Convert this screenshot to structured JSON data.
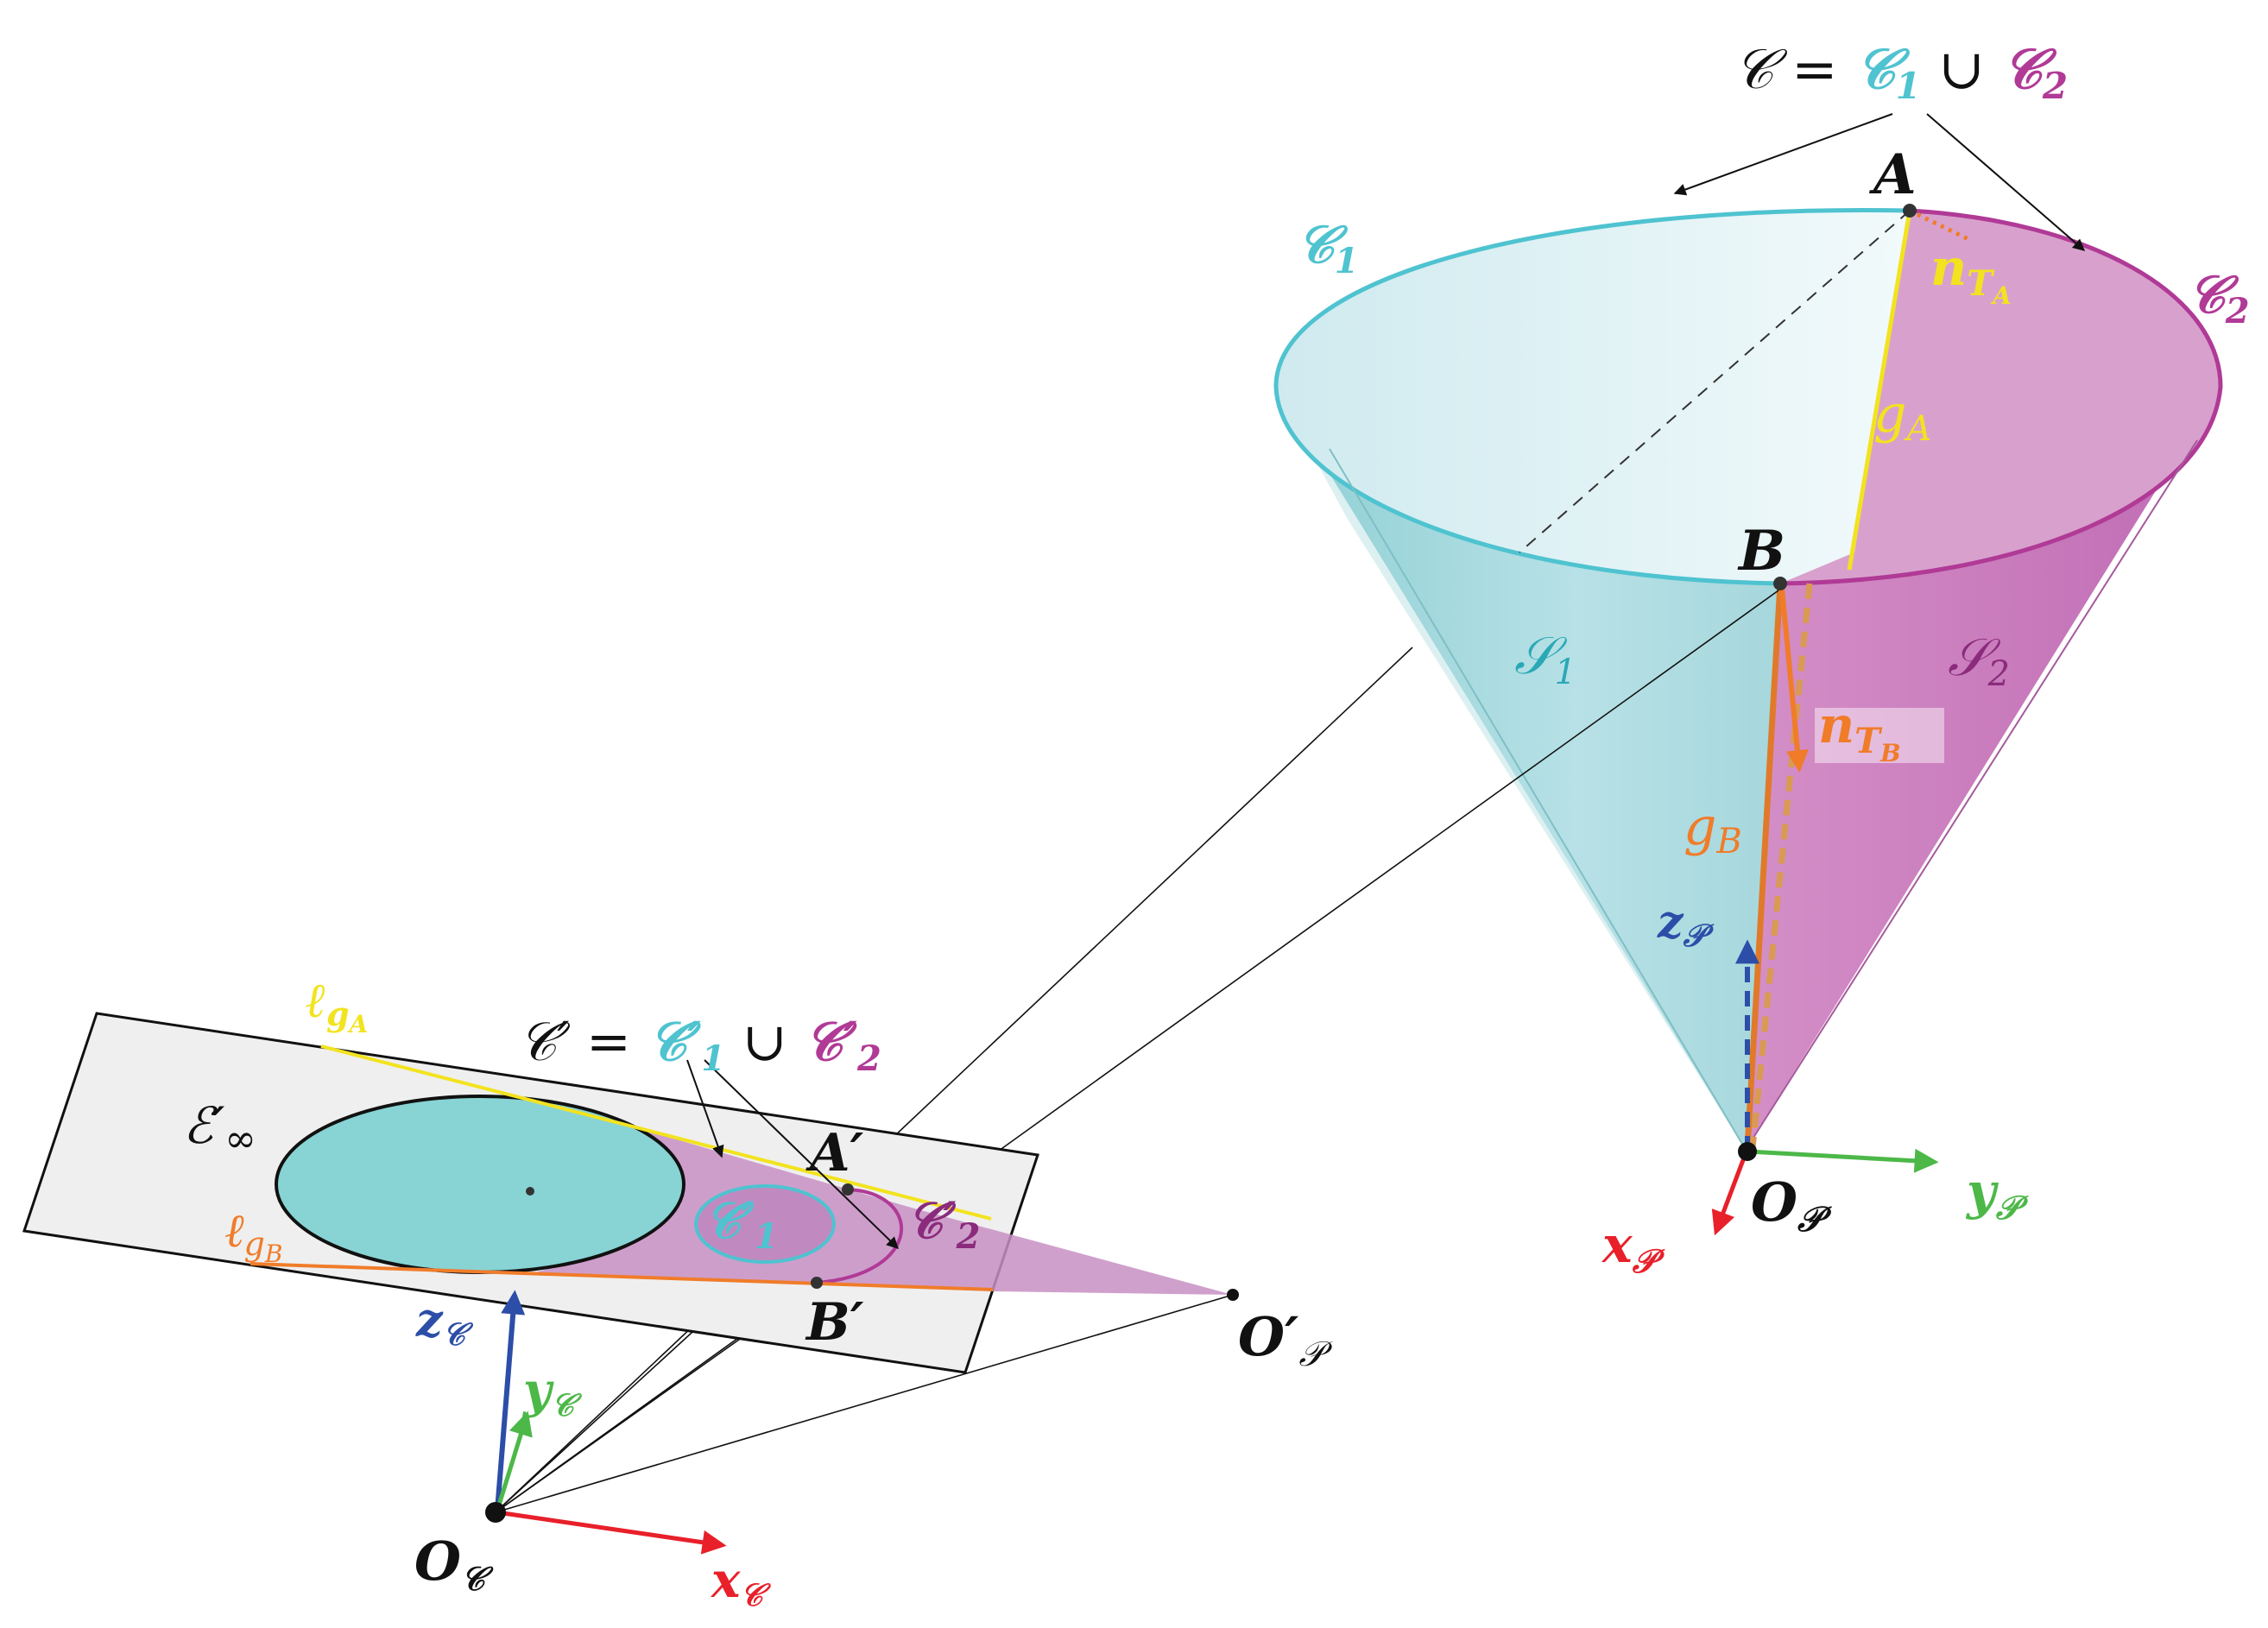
{
  "colors": {
    "cyan": "#4fc3d0",
    "cyan_fill": "#bfe4ea",
    "cyan_solid": "#7fd0d3",
    "magenta": "#b03a96",
    "magenta_fill": "#cf8cc2",
    "magenta_light": "#d9a2cf",
    "yellow": "#f2e31f",
    "orange": "#f07c2a",
    "red": "#e8202a",
    "green": "#4cb848",
    "blue": "#2c4ea8",
    "black": "#111111",
    "plane_fill": "#efefef"
  },
  "cone": {
    "title": {
      "lhs": "𝒞",
      "eq": " = ",
      "c1": "𝒞",
      "c1_sub": "1",
      "union": " ∪ ",
      "c2": "𝒞",
      "c2_sub": "2"
    },
    "label_A": "A",
    "label_B": "B",
    "label_C1": "𝒞",
    "label_C1_sub": "1",
    "label_C2": "𝒞",
    "label_C2_sub": "2",
    "label_S1": "𝒮",
    "label_S1_sub": "1",
    "label_S2": "𝒮",
    "label_S2_sub": "2",
    "label_nTA": "n",
    "label_nTA_sub": "T",
    "label_nTA_subsub": "A",
    "label_nTB": "n",
    "label_nTB_sub": "T",
    "label_nTB_subsub": "B",
    "label_gA": "g",
    "label_gA_sub": "A",
    "label_gB": "g",
    "label_gB_sub": "B"
  },
  "projector_frame": {
    "origin": "O",
    "origin_sub": "𝒫",
    "x": "x",
    "x_sub": "𝒫",
    "y": "y",
    "y_sub": "𝒫",
    "z": "z",
    "z_sub": "𝒫"
  },
  "image_plane": {
    "title": {
      "lhs": "𝒞′",
      "eq": " = ",
      "c1": "𝒞′",
      "c1_sub": "1",
      "union": " ∪ ",
      "c2": "𝒞′",
      "c2_sub": "2"
    },
    "label_E": "ℰ′",
    "label_E_sub": "∞",
    "label_lgA": "ℓ",
    "label_lgA_sub": "g",
    "label_lgA_subsub": "A",
    "label_lgB": "ℓ",
    "label_lgB_sub": "g",
    "label_lgB_subsub": "B",
    "label_Ap": "A′",
    "label_Bp": "B′",
    "label_C1p": "𝒞′",
    "label_C1p_sub": "1",
    "label_C2p": "𝒞′",
    "label_C2p_sub": "2",
    "label_OPp": "O′",
    "label_OPp_sub": "𝒫"
  },
  "camera_frame": {
    "origin": "O",
    "origin_sub": "𝒞",
    "x": "x",
    "x_sub": "𝒞",
    "y": "y",
    "y_sub": "𝒞",
    "z": "z",
    "z_sub": "𝒞"
  }
}
